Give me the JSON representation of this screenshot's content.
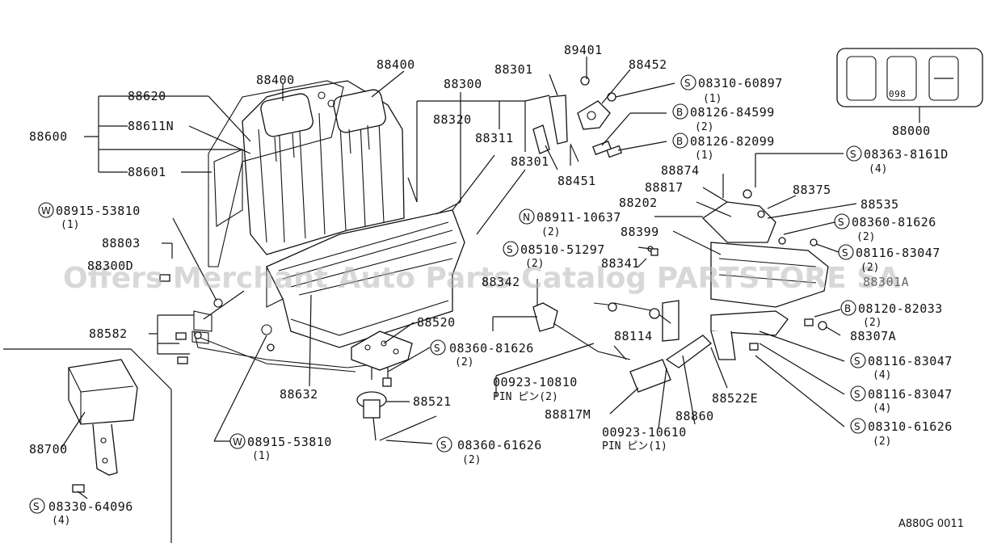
{
  "diagram_code": "A880G 0011",
  "watermark": "Offers Merchant Auto Parts Catalog PARTSTORE SA",
  "labels": {
    "p88000": "88000",
    "p88400a": "88400",
    "p88400b": "88400",
    "p88300": "88300",
    "p88301a": "88301",
    "p89401": "89401",
    "p88452": "88452",
    "p88620": "88620",
    "p88611n": "88611N",
    "p88600": "88600",
    "p88601": "88601",
    "p88320": "88320",
    "p88311": "88311",
    "p88301b": "88301",
    "p88451": "88451",
    "p88874": "88874",
    "p88817": "88817",
    "p88375": "88375",
    "p88202": "88202",
    "p88535": "88535",
    "p88399": "88399",
    "p88803": "88803",
    "p88300d": "88300D",
    "p88341": "88341",
    "p88342": "88342",
    "p88582": "88582",
    "p88520": "88520",
    "p88632": "88632",
    "p88114": "88114",
    "p88521": "88521",
    "p88307a": "88307A",
    "p88522e": "88522E",
    "p88817m": "88817M",
    "p88860": "88860",
    "p88700": "88700",
    "p88301c": "88301A"
  },
  "callouts": [
    {
      "prefix": "S",
      "code": "08310-60897",
      "qty": "(1)"
    },
    {
      "prefix": "B",
      "code": "08126-84599",
      "qty": "(2)"
    },
    {
      "prefix": "B",
      "code": "08126-82099",
      "qty": "(1)"
    },
    {
      "prefix": "S",
      "code": "08363-8161D",
      "qty": "(4)"
    },
    {
      "prefix": "W",
      "code": "08915-53810",
      "qty": "(1)"
    },
    {
      "prefix": "N",
      "code": "08911-10637",
      "qty": "(2)"
    },
    {
      "prefix": "S",
      "code": "08360-81626",
      "qty": "(2)"
    },
    {
      "prefix": "S",
      "code": "08510-51297",
      "qty": "(2)"
    },
    {
      "prefix": "S",
      "code": "08116-83047",
      "qty": "(2)"
    },
    {
      "prefix": "B",
      "code": "08120-82033",
      "qty": "(2)"
    },
    {
      "prefix": "S",
      "code": "08360-81626",
      "qty": "(2)"
    },
    {
      "prefix": "S",
      "code": "08116-83047",
      "qty": "(4)"
    },
    {
      "prefix": "S",
      "code": "08116-83047",
      "qty": "(4)"
    },
    {
      "prefix": "S",
      "code": "08310-61626",
      "qty": "(2)"
    },
    {
      "prefix": "W",
      "code": "08915-53810",
      "qty": "(1)"
    },
    {
      "prefix": "S",
      "code": "08360-61626",
      "qty": "(2)"
    },
    {
      "prefix": "S",
      "code": "08330-64096",
      "qty": "(4)"
    }
  ],
  "pins": [
    {
      "code": "00923-10810",
      "desc": "PIN ピン(2)"
    },
    {
      "code": "00923-10610",
      "desc": "PIN ピン(1)"
    }
  ],
  "badge": {
    "digits": "098"
  }
}
